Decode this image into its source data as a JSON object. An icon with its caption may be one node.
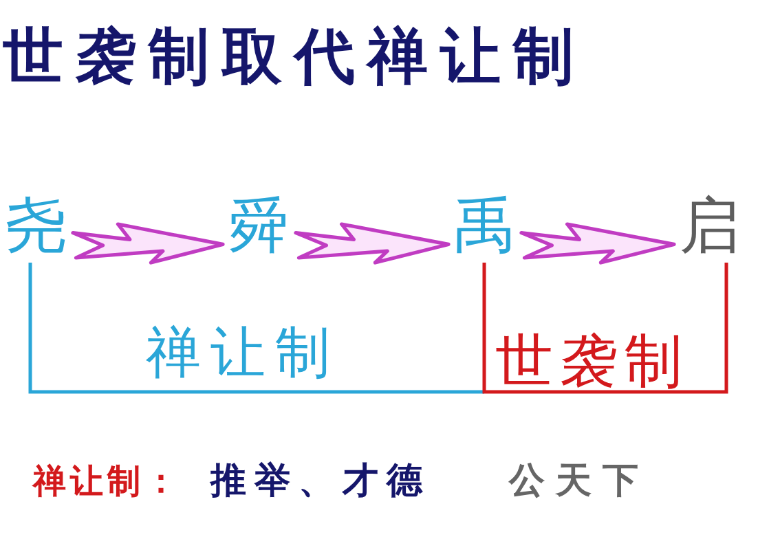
{
  "diagram": {
    "title": "世袭制取代禅让制",
    "nodes": [
      {
        "text": [
          "尧"
        ]
      },
      {
        "text": [
          "舜"
        ]
      },
      {
        "text": [
          "禹"
        ]
      },
      {
        "text": [
          "启"
        ]
      }
    ],
    "edges": [
      {
        "from": 0,
        "to": 1,
        "arrow": "to"
      },
      {
        "from": 1,
        "to": 2,
        "arrow": "to"
      },
      {
        "from": 2,
        "to": 3,
        "arrow": "to"
      }
    ],
    "labels": [
      "禅让制",
      "世袭制",
      "禅让制：",
      "推举、才德",
      "公天下"
    ]
  }
}
